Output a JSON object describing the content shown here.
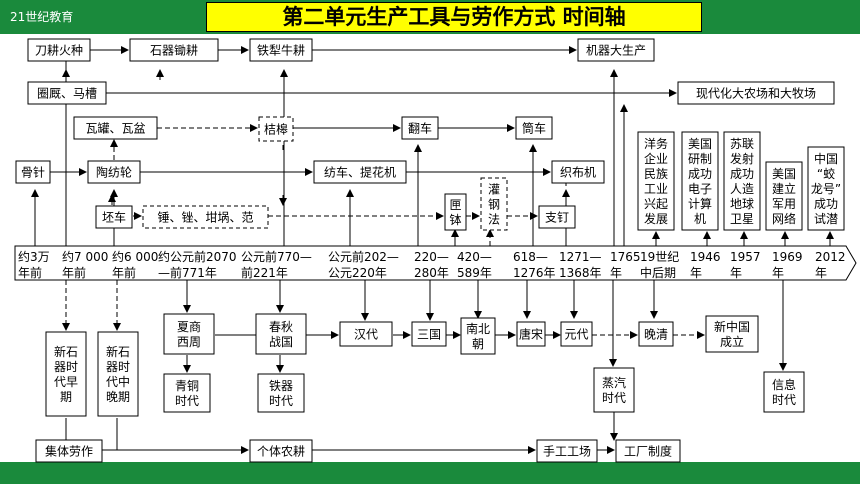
{
  "header": {
    "logo_text": "21世纪教育",
    "title": "第二单元生产工具与劳作方式  时间轴"
  },
  "colors": {
    "brand_green": "#1a8a3c",
    "title_bg": "#ffff00"
  },
  "top_boxes": {
    "daogeng": "刀耕火种",
    "shiqi": "石器锄耕",
    "tieli": "铁犁牛耕",
    "jiqi": "机器大生产",
    "juanjiu": "圈厩、马槽",
    "xiandai": "现代化大农场和大牧场",
    "waguan": "瓦罐、瓦盆",
    "jiegao": "桔槔",
    "fanche": "翻车",
    "tongche": "筒车",
    "guzhen": "骨针",
    "taofang": "陶纺轮",
    "fangche": "纺车、提花机",
    "zhibuji": "织布机",
    "pische": "坯车",
    "chui": "锤、锉、坩埚、范",
    "xiabo": [
      "匣",
      "钵"
    ],
    "guangang": [
      "灌",
      "钢",
      "法"
    ],
    "zhiding": "支钉"
  },
  "tech_columns": [
    [
      "洋务",
      "企业",
      "民族",
      "工业",
      "兴起",
      "发展"
    ],
    [
      "美国",
      "研制",
      "成功",
      "电子",
      "计算",
      "机"
    ],
    [
      "苏联",
      "发射",
      "成功",
      "人造",
      "地球",
      "卫星"
    ],
    [
      "美国",
      "建立",
      "军用",
      "网络"
    ],
    [
      "中国",
      "“蛟",
      "龙号”",
      "成功",
      "试潜"
    ]
  ],
  "timeline": [
    [
      "约3万",
      "年前"
    ],
    [
      "约7 000",
      "年前"
    ],
    [
      "约6 000",
      "年前"
    ],
    [
      "约公元前2070",
      "—前771年"
    ],
    [
      "公元前770—",
      "前221年"
    ],
    [
      "公元前202—",
      "公元220年"
    ],
    [
      "220—",
      "280年"
    ],
    [
      "420—",
      "589年"
    ],
    [
      "618—",
      "1276年"
    ],
    [
      "1271—",
      "1368年"
    ],
    [
      "1765",
      "年"
    ],
    [
      "19世纪",
      "中后期"
    ],
    [
      "1946",
      "年"
    ],
    [
      "1957",
      "年"
    ],
    [
      "1969",
      "年"
    ],
    [
      "2012",
      "年"
    ]
  ],
  "bottom_boxes": {
    "xinshi_early": [
      "新石",
      "器时",
      "代早",
      "期"
    ],
    "xinshi_mid": [
      "新石",
      "器时",
      "代中",
      "晚期"
    ],
    "xiashang": [
      "夏商",
      "西周"
    ],
    "chunqiu": [
      "春秋",
      "战国"
    ],
    "handai": "汉代",
    "sanguo": "三国",
    "nanbei": [
      "南北",
      "朝"
    ],
    "tangsong": "唐宋",
    "yuandai": "元代",
    "wanqing": "晚清",
    "xinzhongguo": [
      "新中国",
      "成立"
    ],
    "qingtong": [
      "青铜",
      "时代"
    ],
    "tieqi": [
      "铁器",
      "时代"
    ],
    "zhengqi": [
      "蒸汽",
      "时代"
    ],
    "xinxi": [
      "信息",
      "时代"
    ],
    "jiti": "集体劳作",
    "geti": "个体农耕",
    "shougong": "手工工场",
    "gongchang": "工厂制度"
  }
}
